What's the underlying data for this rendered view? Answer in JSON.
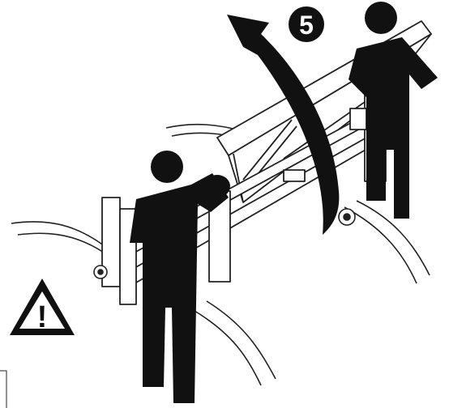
{
  "diagram": {
    "step_badge": {
      "number": "5",
      "fill": "#111111",
      "text_color": "#ffffff"
    },
    "warning": {
      "symbol": "!",
      "icon": "warning-triangle-icon",
      "color": "#111111"
    },
    "rotation_arrow": {
      "icon": "curved-rotation-arrow-icon",
      "color": "#111111"
    },
    "people": [
      {
        "role": "front-person",
        "color": "#111111"
      },
      {
        "role": "rear-person",
        "color": "#111111"
      }
    ],
    "object": {
      "name": "table-frame",
      "stroke": "#222222"
    }
  }
}
